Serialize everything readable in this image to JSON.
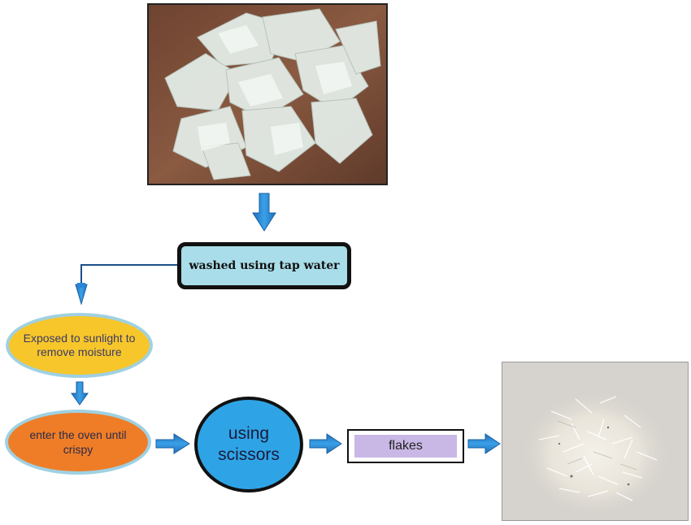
{
  "steps": {
    "washed": "washed using tap water",
    "exposed": "Exposed to sunlight to remove moisture",
    "oven": "enter the oven until crispy",
    "scissors": "using scissors",
    "flakes": "flakes"
  },
  "colors": {
    "arrow": "#2a86d6",
    "washed_fill": "#a9dde9",
    "exposed_fill": "#f7c62a",
    "oven_fill": "#ef7d27",
    "scissors_fill": "#2ea4e6",
    "flakes_fill": "#c9b8e6"
  },
  "images": {
    "top": "plastic-pieces-photo",
    "bottom": "plastic-flakes-photo"
  }
}
